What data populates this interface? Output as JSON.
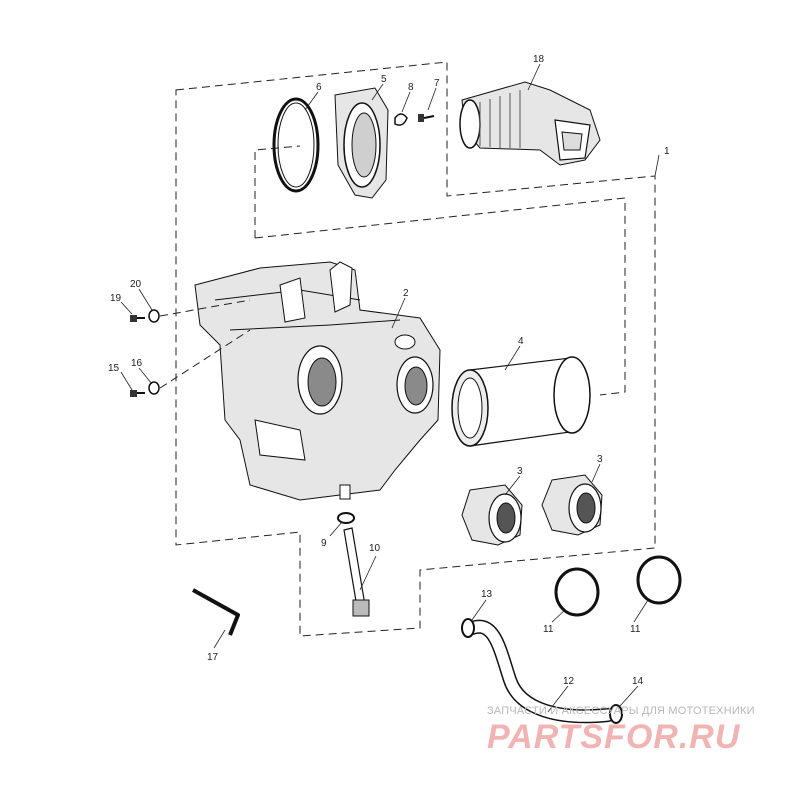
{
  "callouts": {
    "c1": "1",
    "c2": "2",
    "c3a": "3",
    "c3b": "3",
    "c4": "4",
    "c5": "5",
    "c6": "6",
    "c7": "7",
    "c8": "8",
    "c9": "9",
    "c10": "10",
    "c11a": "11",
    "c11b": "11",
    "c12": "12",
    "c13": "13",
    "c14": "14",
    "c15": "15",
    "c16": "16",
    "c17": "17",
    "c18": "18",
    "c19": "19",
    "c20": "20"
  },
  "watermark": {
    "tagline": "ЗАПЧАСТИ И АКСЕССУАРЫ ДЛЯ МОТОТЕХНИКИ",
    "brand": "PARTSFOR.RU"
  }
}
